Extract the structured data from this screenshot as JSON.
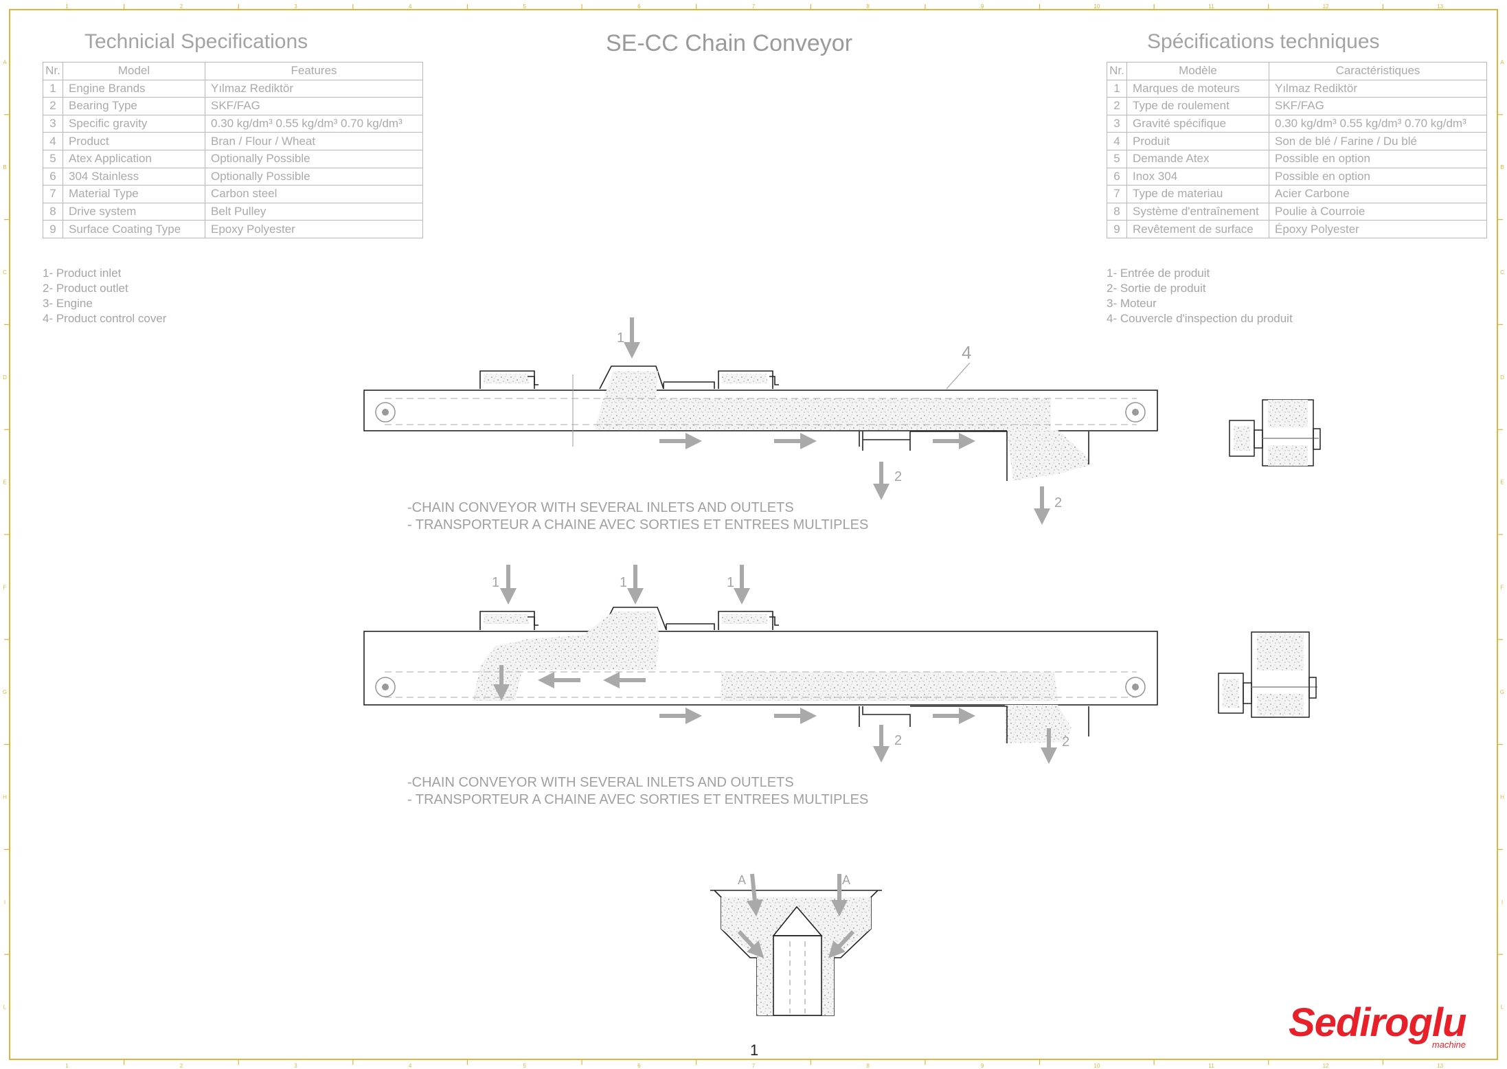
{
  "title": "SE-CC Chain Conveyor",
  "spec_en": {
    "heading": "Technicial Specifications",
    "columns": [
      "Nr.",
      "Model",
      "Features"
    ],
    "rows": [
      [
        "1",
        "Engine Brands",
        "Yılmaz Rediktör"
      ],
      [
        "2",
        "Bearing Type",
        "SKF/FAG"
      ],
      [
        "3",
        "Specific gravity",
        "0.30 kg/dm³  0.55 kg/dm³ 0.70 kg/dm³"
      ],
      [
        "4",
        "Product",
        "Bran / Flour / Wheat"
      ],
      [
        "5",
        "Atex Application",
        "Optionally Possible"
      ],
      [
        "6",
        "304 Stainless",
        "Optionally Possible"
      ],
      [
        "7",
        "Material Type",
        "Carbon steel"
      ],
      [
        "8",
        "Drive system",
        "Belt Pulley"
      ],
      [
        "9",
        "Surface Coating Type",
        "Epoxy Polyester"
      ]
    ]
  },
  "spec_fr": {
    "heading": "Spécifications techniques",
    "columns": [
      "Nr.",
      "Modèle",
      "Caractéristiques"
    ],
    "rows": [
      [
        "1",
        "Marques de moteurs",
        "Yılmaz Rediktör"
      ],
      [
        "2",
        "Type de roulement",
        "SKF/FAG"
      ],
      [
        "3",
        "Gravité spécifique",
        "0.30 kg/dm³  0.55 kg/dm³ 0.70 kg/dm³"
      ],
      [
        "4",
        "Produit",
        "Son de blé / Farine / Du blé"
      ],
      [
        "5",
        "Demande Atex",
        "Possible en option"
      ],
      [
        "6",
        "Inox 304",
        "Possible en option"
      ],
      [
        "7",
        "Type de materiau",
        "Acier Carbone"
      ],
      [
        "8",
        "Système d'entraînement",
        "Poulie à Courroie"
      ],
      [
        "9",
        "Revêtement de surface",
        "Époxy Polyester"
      ]
    ]
  },
  "legend_en": [
    "1- Product inlet",
    "2- Product outlet",
    "3- Engine",
    "4- Product control cover"
  ],
  "legend_fr": [
    "1- Entrée de produit",
    "2- Sortie de produit",
    "3- Moteur",
    "4- Couvercle d'inspection du produit"
  ],
  "caption1": {
    "line1": "-CHAIN CONVEYOR WITH SEVERAL INLETS AND OUTLETS",
    "line2": "- TRANSPORTEUR A CHAINE AVEC SORTIES ET ENTREES MULTIPLES"
  },
  "caption2": {
    "line1": "-CHAIN CONVEYOR WITH SEVERAL INLETS AND OUTLETS",
    "line2": "- TRANSPORTEUR A CHAINE AVEC SORTIES ET ENTREES MULTIPLES"
  },
  "callouts": {
    "inlet": "1",
    "outlet": "2",
    "cover": "4",
    "section": "A"
  },
  "frame_ticks": {
    "columns": [
      "1",
      "2",
      "3",
      "4",
      "5",
      "6",
      "7",
      "8",
      "9",
      "10",
      "11",
      "12",
      "13"
    ],
    "rows": [
      "A",
      "B",
      "C",
      "D",
      "E",
      "F",
      "G",
      "H",
      "I",
      "L"
    ]
  },
  "logo": {
    "brand": "Sediroglu",
    "sub": "machine"
  },
  "page_number": "1",
  "colors": {
    "frame": "#e0b43a",
    "line": "#222222",
    "text": "#a8a8a8",
    "arrow": "#a9a9a9",
    "brand": "#e8202a"
  }
}
